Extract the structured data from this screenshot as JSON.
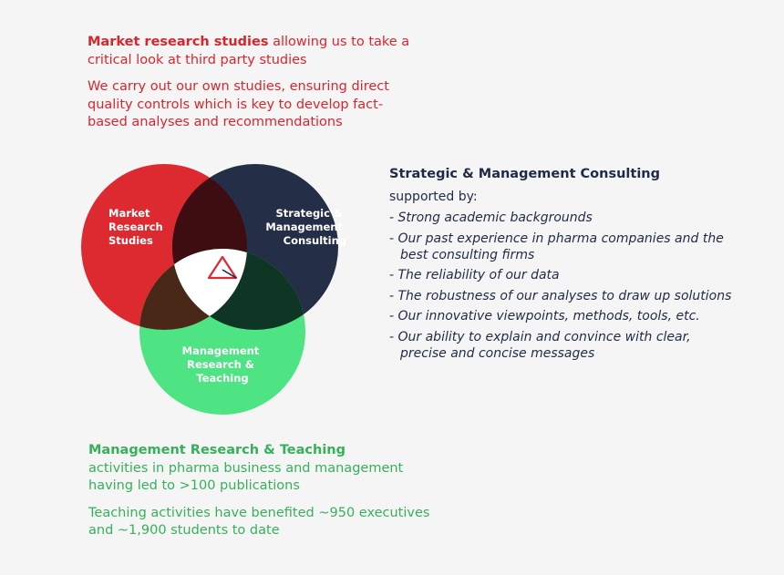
{
  "market": {
    "heading": "Market research studies",
    "heading_rest": " allowing us to take a critical look at third party studies",
    "paragraph": "We carry out our own studies, ensuring direct quality controls which is key to develop fact-based analyses and recommendations"
  },
  "consulting": {
    "heading": "Strategic & Management Consulting",
    "subheading": "supported by:",
    "items": [
      "- Strong academic backgrounds",
      "- Our past experience in pharma companies and the best consulting firms",
      "- The reliability of our data",
      "- The robustness of our analyses to draw up solutions",
      "- Our innovative viewpoints, methods, tools, etc.",
      "- Our ability to explain and convince with clear, precise and concise messages"
    ]
  },
  "research": {
    "heading": "Management Research & Teaching",
    "line": "activities in pharma business and management having led to >100 publications",
    "paragraph": "Teaching activities have benefited ~950 executives and ~1,900 students to date"
  },
  "venn": {
    "market_label": [
      "Market",
      "Research",
      "Studies"
    ],
    "consulting_label": [
      "Strategic &",
      "Management",
      "Consulting"
    ],
    "research_label": [
      "Management",
      "Research &",
      "Teaching"
    ],
    "colors": {
      "red": "#dd2a30",
      "navy": "#242f47",
      "green": "#4ee383",
      "red_navy": "#3d0d12",
      "red_green": "#4a2818",
      "navy_green": "#0f3524",
      "center": "#ffffff",
      "logo": "#e0282e"
    },
    "logo_icon": "triangle-logo-icon"
  }
}
